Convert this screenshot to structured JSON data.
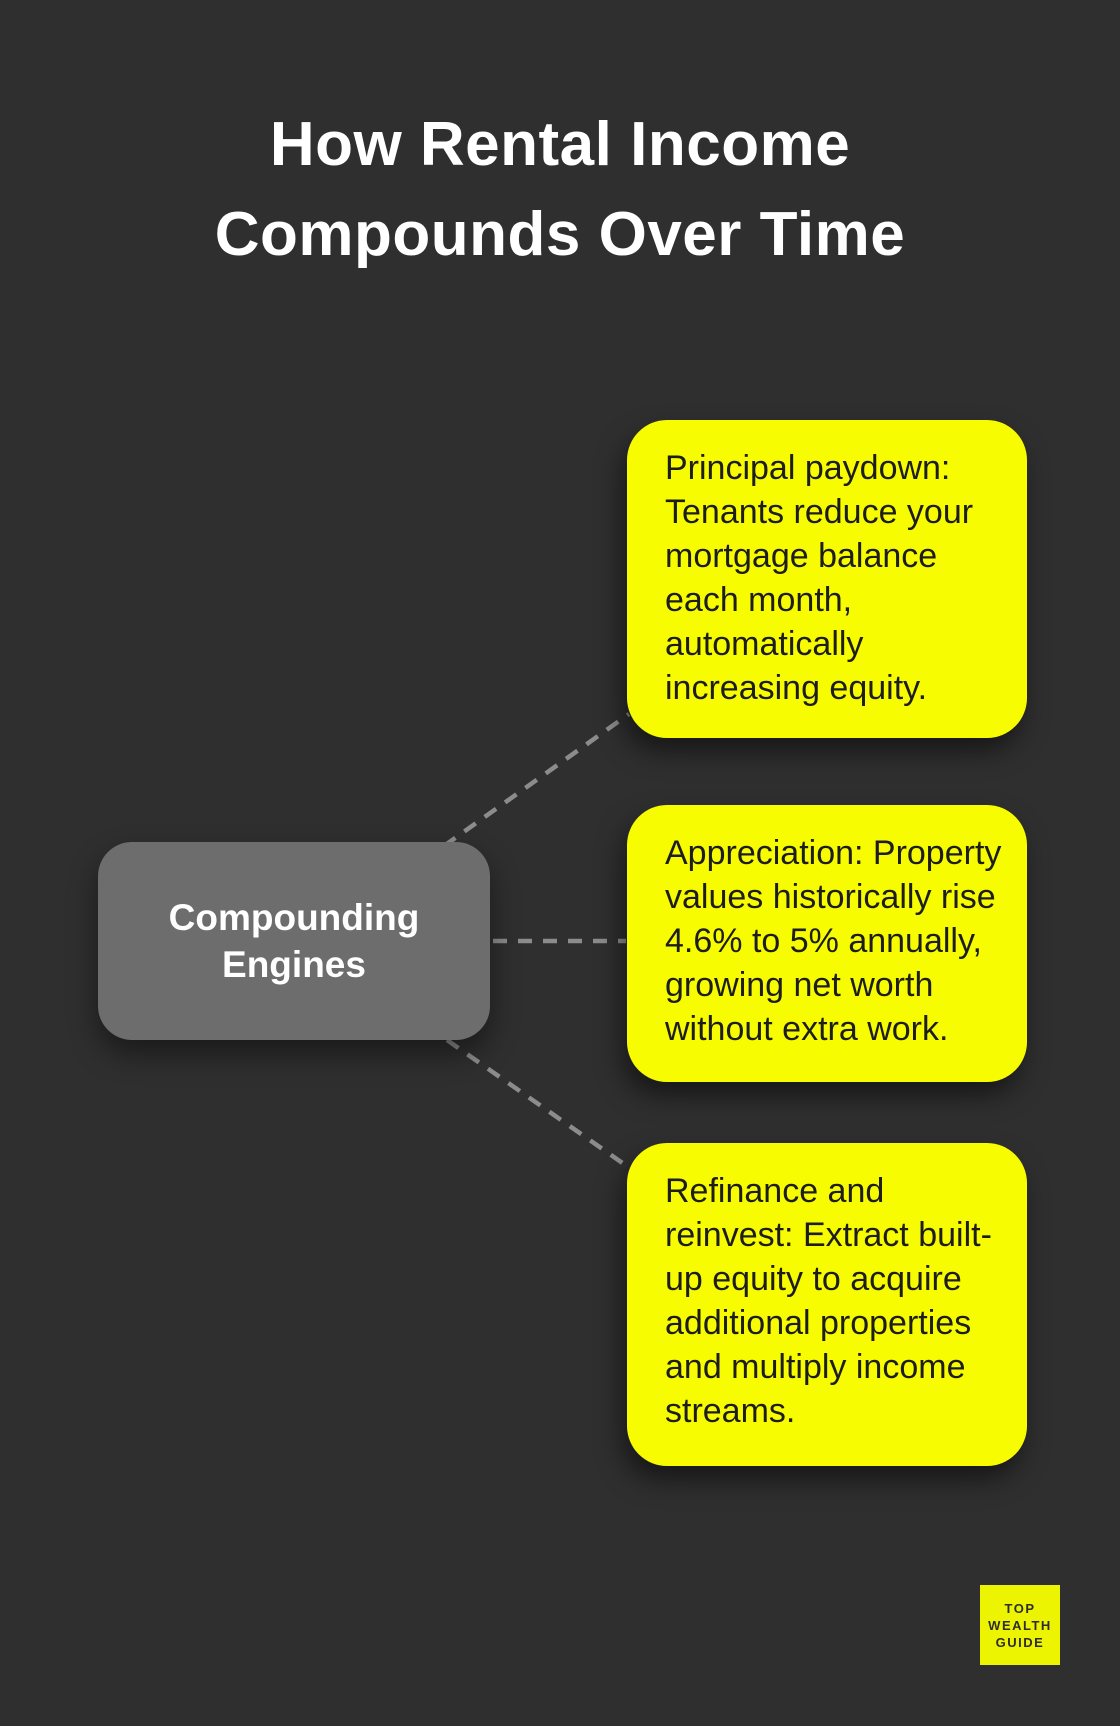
{
  "header": {
    "title": "How Rental Income Compounds Over Time"
  },
  "diagram": {
    "hub_label": "Compounding Engines",
    "branches": [
      {
        "text": "Principal paydown: Tenants reduce your mortgage balance each month, automatically increasing equity."
      },
      {
        "text": "Appreciation: Property values historically rise 4.6% to 5% annually, growing net worth without extra work."
      },
      {
        "text": "Refinance and reinvest: Extract built-up equity to acquire additional properties and multiply income streams."
      }
    ]
  },
  "badge": {
    "lines": [
      "TOP",
      "WEALTH",
      "GUIDE"
    ]
  },
  "colors": {
    "background": "#302f2f",
    "card_yellow": "#f7fc00",
    "hub_gray": "#6d6d6d",
    "connector_gray": "#8c8c8c",
    "card_text": "#1d1d1d",
    "title_white": "#ffffff",
    "badge_yellow": "#edf402",
    "badge_text": "#2d2d2d"
  }
}
